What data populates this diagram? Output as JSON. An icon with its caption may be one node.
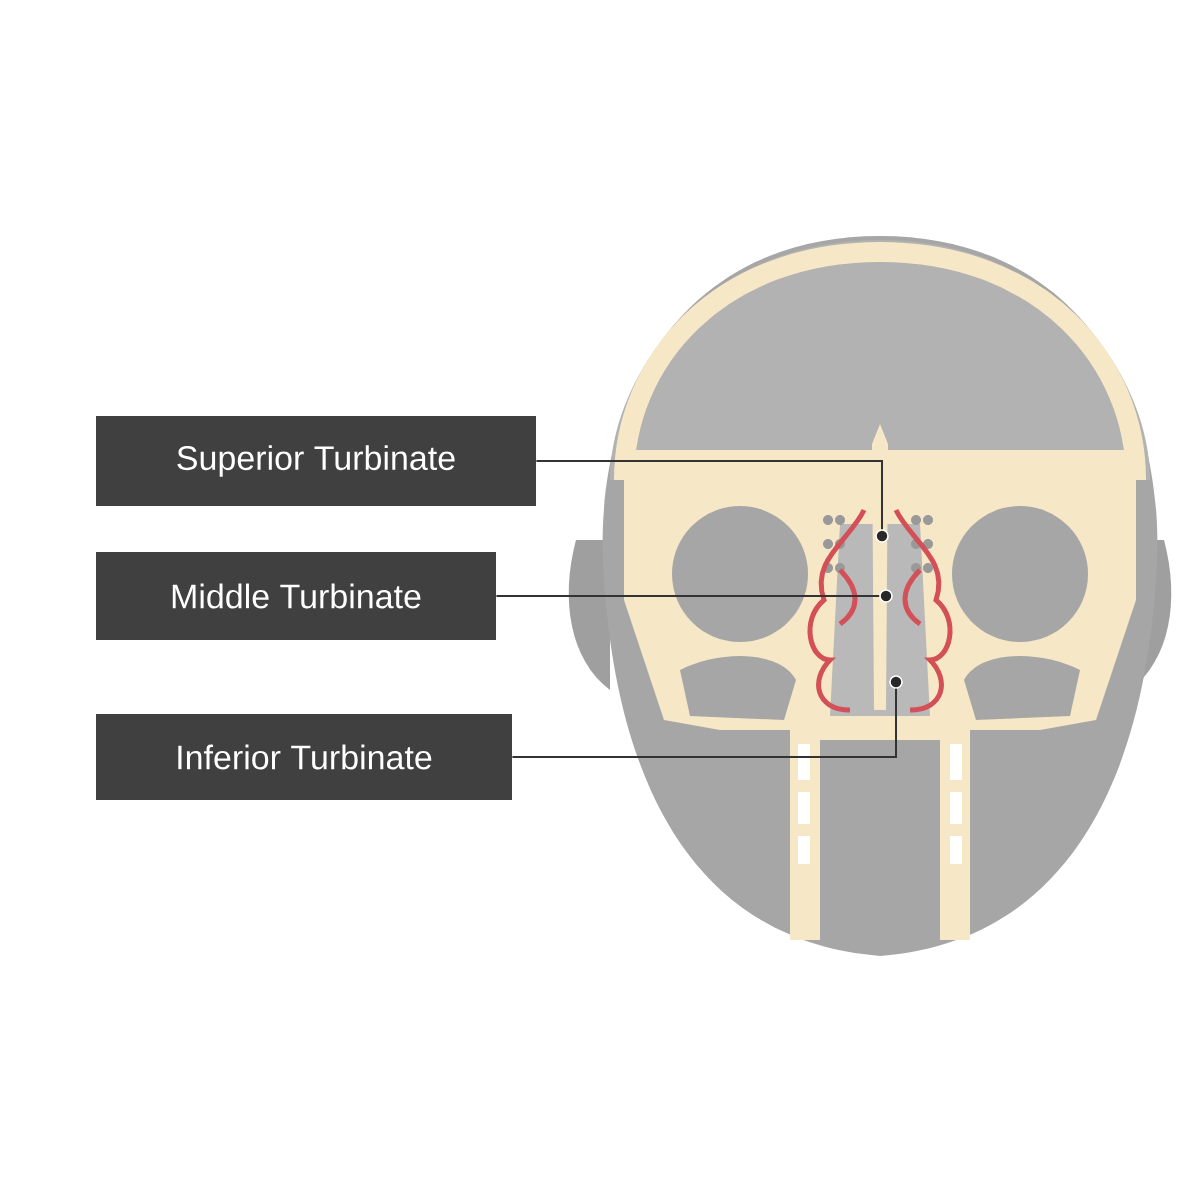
{
  "diagram": {
    "nodes": [
      {
        "text": [
          "Superior Turbinate"
        ]
      },
      {
        "text": [
          "Middle Turbinate"
        ]
      },
      {
        "text": [
          "Inferior Turbinate"
        ]
      },
      {
        "text": [],
        "shape": "circle"
      },
      {
        "text": [],
        "shape": "circle"
      },
      {
        "text": [],
        "shape": "circle"
      }
    ],
    "edges": [
      {
        "from": 0,
        "to": 3,
        "arrow": "none"
      },
      {
        "from": 1,
        "to": 4,
        "arrow": "none"
      },
      {
        "from": 2,
        "to": 5,
        "arrow": "none"
      }
    ]
  }
}
